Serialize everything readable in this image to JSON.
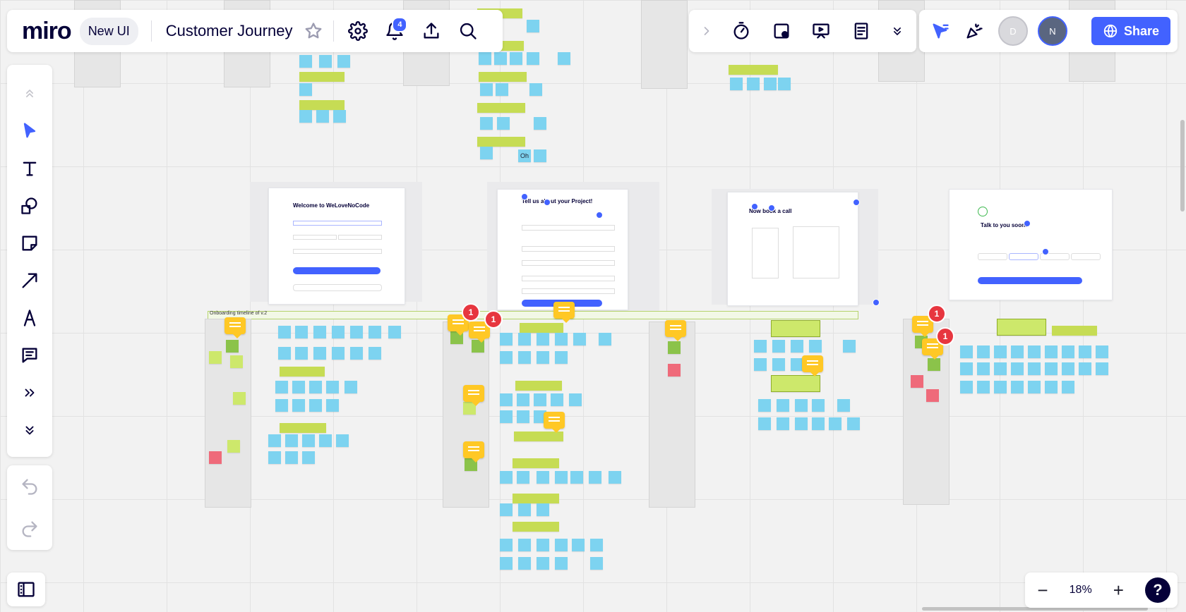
{
  "header": {
    "logo": "miro",
    "ui_pill": "New UI",
    "board_title": "Customer Journey",
    "notifications_count": "4"
  },
  "collab": {
    "avatar_d": "D",
    "avatar_n": "N",
    "share_label": "Share"
  },
  "canvas": {
    "timeline_label": "Onboarding timeline of v.2",
    "mockups": {
      "welcome_title": "Welcome to WeLoveNoCode",
      "project_title": "Tell us about your Project!",
      "call_title": "Now book a call",
      "talk_title": "Talk to you soon!",
      "sticky_oh": "Oh"
    },
    "comment_badges": [
      "1",
      "1",
      "1",
      "1"
    ]
  },
  "zoom": {
    "level": "18%",
    "minus": "−",
    "plus": "+",
    "help": "?"
  },
  "colors": {
    "accent": "#4262ff",
    "sticky_blue": "#7dd3f0",
    "sticky_green": "#c6dc54",
    "comment_yellow": "#ffc825",
    "badge_red": "#e7363f"
  }
}
